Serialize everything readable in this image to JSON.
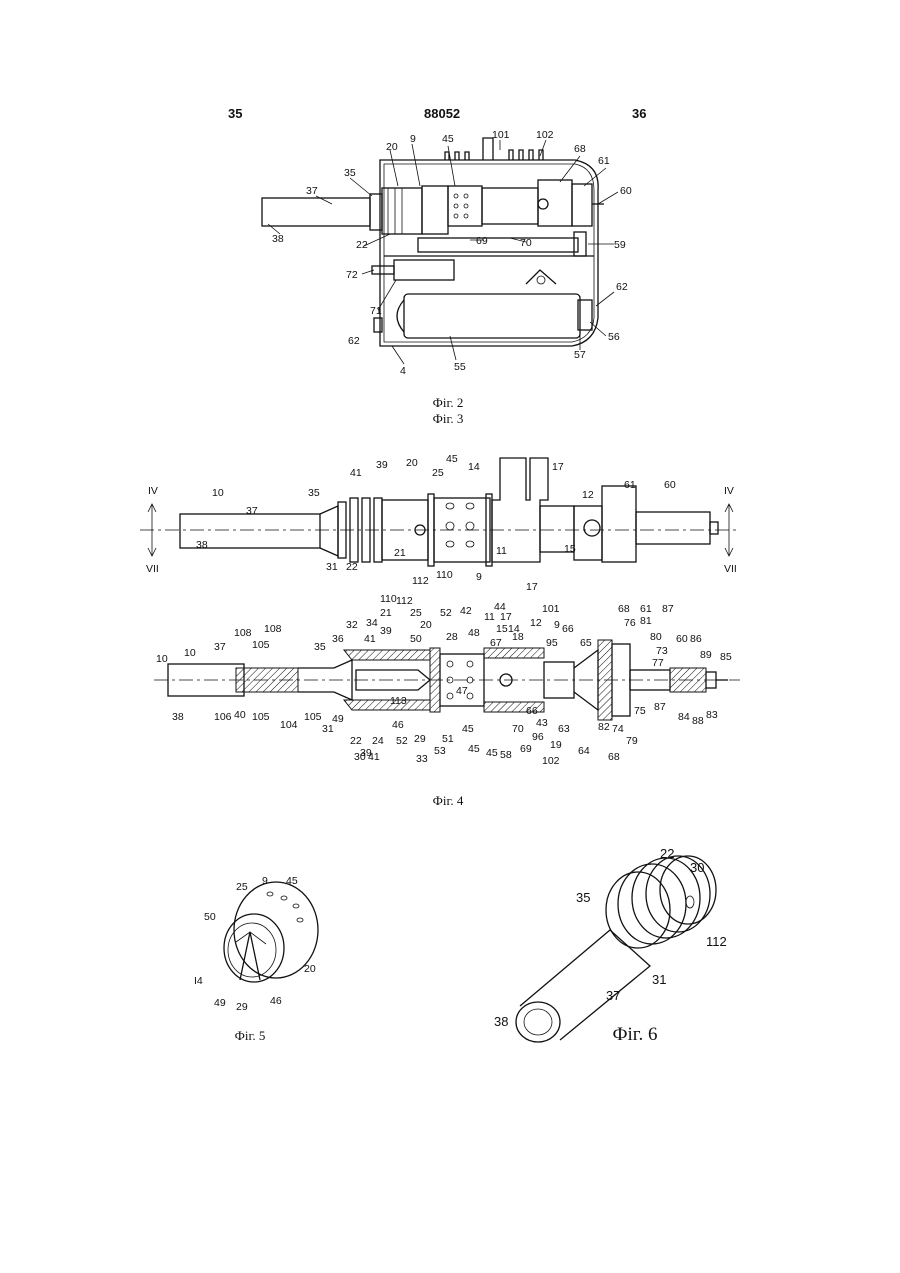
{
  "header": {
    "left": "35",
    "center": "88052",
    "right": "36"
  },
  "captions": {
    "fig2": "Фіг. 2",
    "fig3": "Фіг. 3",
    "fig4": "Фіг. 4",
    "fig5": "Фіг. 5",
    "fig6": "Фіг. 6"
  },
  "section_marks": {
    "iv": "IV",
    "vii": "VII"
  }
}
